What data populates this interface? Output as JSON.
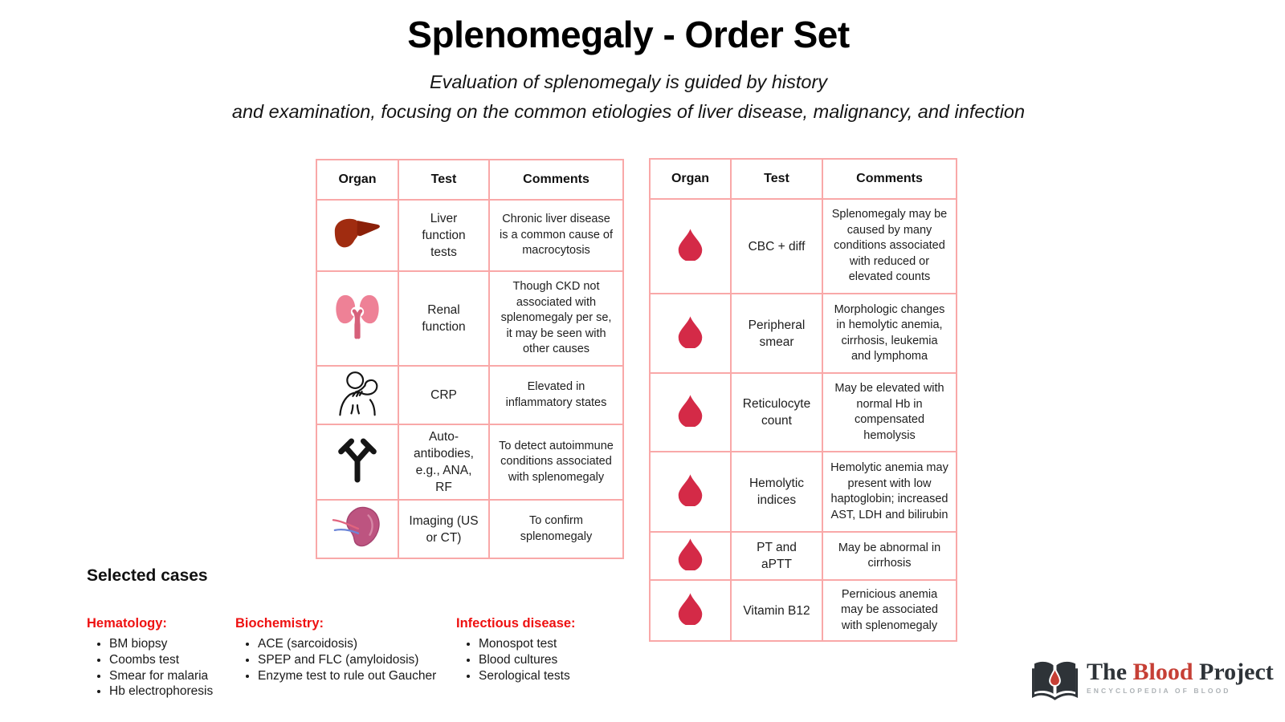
{
  "page": {
    "title": "Splenomegaly - Order Set",
    "subtitle_line1": "Evaluation of splenomegaly is guided by history",
    "subtitle_line2": "and examination, focusing on the common etiologies of liver disease, malignancy, and infection"
  },
  "colors": {
    "table_border": "#f9a8a8",
    "blood_drop": "#d42a47",
    "section_heading_red": "#ee1111",
    "logo_red": "#c63f35",
    "logo_dark": "#2e3338"
  },
  "tables": [
    {
      "id": "table-general",
      "headers": [
        "Organ",
        "Test",
        "Comments"
      ],
      "rows": [
        {
          "icon": "liver-icon",
          "test": "Liver function tests",
          "comments": "Chronic liver disease is a common cause of macrocytosis"
        },
        {
          "icon": "kidneys-icon",
          "test": "Renal function",
          "comments": "Though CKD not associated with splenomegaly per se, it may be seen with other causes"
        },
        {
          "icon": "neck-pain-icon",
          "test": "CRP",
          "comments": "Elevated in inflammatory states"
        },
        {
          "icon": "antibody-icon",
          "test": "Auto-antibodies, e.g., ANA, RF",
          "comments": "To detect autoimmune conditions associated with splenomegaly"
        },
        {
          "icon": "spleen-icon",
          "test": "Imaging (US or CT)",
          "comments": "To confirm splenomegaly"
        }
      ]
    },
    {
      "id": "table-blood",
      "headers": [
        "Organ",
        "Test",
        "Comments"
      ],
      "rows": [
        {
          "icon": "blood-drop-icon",
          "test": "CBC + diff",
          "comments": "Splenomegaly may be caused by many conditions associated with reduced or elevated counts"
        },
        {
          "icon": "blood-drop-icon",
          "test": "Peripheral smear",
          "comments": "Morphologic changes in hemolytic anemia, cirrhosis, leukemia and lymphoma"
        },
        {
          "icon": "blood-drop-icon",
          "test": "Reticulocyte count",
          "comments": "May be elevated with normal Hb in compensated hemolysis"
        },
        {
          "icon": "blood-drop-icon",
          "test": "Hemolytic indices",
          "comments": "Hemolytic anemia may present with low haptoglobin; increased AST, LDH and bilirubin"
        },
        {
          "icon": "blood-drop-icon",
          "test": "PT and aPTT",
          "comments": "May be abnormal in cirrhosis"
        },
        {
          "icon": "blood-drop-icon",
          "test": "Vitamin B12",
          "comments": "Pernicious anemia may be associated with splenomegaly"
        }
      ]
    }
  ],
  "selected_cases": {
    "heading": "Selected cases",
    "groups": [
      {
        "label": "Hematology:",
        "items": [
          "BM biopsy",
          "Coombs test",
          "Smear for malaria",
          "Hb electrophoresis"
        ]
      },
      {
        "label": "Biochemistry:",
        "items": [
          "ACE (sarcoidosis)",
          "SPEP and FLC (amyloidosis)",
          "Enzyme test to rule out Gaucher"
        ]
      },
      {
        "label": "Infectious disease:",
        "items": [
          "Monospot test",
          "Blood cultures",
          "Serological tests"
        ]
      }
    ]
  },
  "logo": {
    "text_the": "The ",
    "text_blood": "Blood",
    "text_project": " Project",
    "tagline": "ENCYCLOPEDIA OF BLOOD"
  }
}
